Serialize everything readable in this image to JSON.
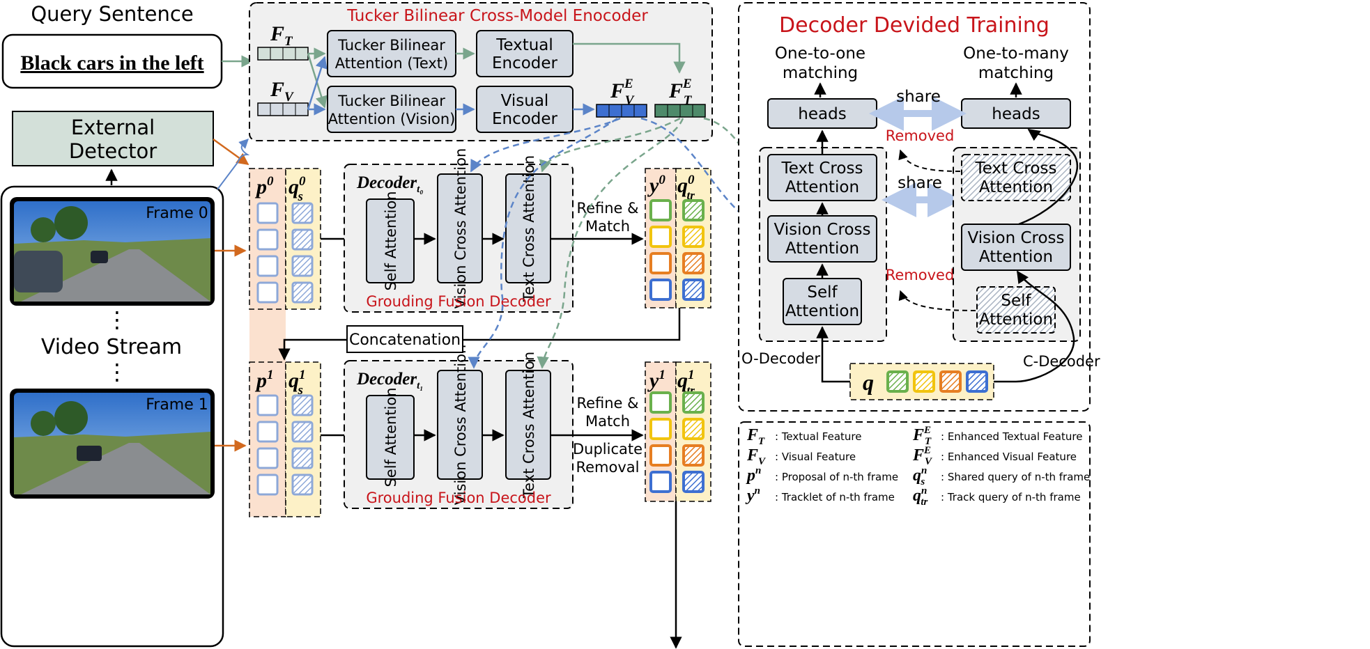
{
  "colors": {
    "red": "#c8141a",
    "node_fill": "#d5dbe3",
    "teal_fill": "#d3e0d9",
    "region_fill": "#f0f0f0",
    "orange_band": "#fbe1cf",
    "yellow_band": "#fdf1c7",
    "blue_dash": "#5b84c8",
    "green_dash": "#7aa58c",
    "orange_arrow": "#d2691e",
    "light_blue_arrow": "#b6c9ea",
    "query_colors": [
      "#6ab04c",
      "#f1c40f",
      "#e67e22",
      "#3d6fd1"
    ]
  },
  "query": {
    "title": "Query Sentence",
    "sentence": "Black cars in the left"
  },
  "detector": {
    "label_line1": "External",
    "label_line2": "Detector"
  },
  "video": {
    "frame0": "Frame 0",
    "frame1": "Frame 1",
    "label": "Video Stream",
    "dots": "⋮"
  },
  "encoder": {
    "title": "Tucker Bilinear Cross-Model Enocoder",
    "ft": "F",
    "ft_sub": "T",
    "fv": "F",
    "fv_sub": "V",
    "tba_text_1": "Tucker Bilinear",
    "tba_text_2": "Attention (Text)",
    "tba_vision_1": "Tucker Bilinear",
    "tba_vision_2": "Attention (Vision)",
    "textual_1": "Textual",
    "textual_2": "Encoder",
    "visual_1": "Visual",
    "visual_2": "Encoder",
    "fve": "F",
    "fve_sub": "V",
    "fve_sup": "E",
    "fte": "F",
    "fte_sub": "T",
    "fte_sup": "E"
  },
  "decoder0": {
    "name": "Decoder",
    "sub": "t₀",
    "self_attention": "Self Attention",
    "vision_cross": "Vision Cross Attention",
    "text_cross": "Text Cross Attention",
    "footer": "Grouding Fusion Decoder"
  },
  "decoder1": {
    "name": "Decoder",
    "sub": "t₁",
    "self_attention": "Self Attention",
    "vision_cross": "Vision Cross Attention",
    "text_cross": "Text Cross Attention",
    "footer": "Grouding Fusion Decoder"
  },
  "labels": {
    "p0": "p",
    "p0_sup": "0",
    "qs0": "q",
    "qs0_sub": "s",
    "qs0_sup": "0",
    "p1": "p",
    "p1_sup": "1",
    "qs1": "q",
    "qs1_sub": "s",
    "qs1_sup": "1",
    "y0": "y",
    "y0_sup": "0",
    "qtr0": "q",
    "qtr0_sub": "tr",
    "qtr0_sup": "0",
    "y1": "y",
    "y1_sup": "1",
    "qtr1": "q",
    "qtr1_sub": "tr",
    "qtr1_sup": "1",
    "refine_match_1": "Refine &",
    "refine_match_2": "Match",
    "refine2_1": "Refine &",
    "refine2_2": "Match",
    "duplicate_1": "Duplicate",
    "duplicate_2": "Removal",
    "concatenation": "Concatenation"
  },
  "training": {
    "title": "Decoder Devided Training",
    "o2o_1": "One-to-one",
    "o2o_2": "matching",
    "o2m_1": "One-to-many",
    "o2m_2": "matching",
    "heads_left": "heads",
    "heads_right": "heads",
    "share_top": "share",
    "share_mid": "share",
    "removed_top": "Removed",
    "removed_bottom": "Removed",
    "text_cross_left_1": "Text Cross",
    "text_cross_left_2": "Attention",
    "vision_cross_left_1": "Vision Cross",
    "vision_cross_left_2": "Attention",
    "self_left_1": "Self",
    "self_left_2": "Attention",
    "text_cross_right_1": "Text Cross",
    "text_cross_right_2": "Attention",
    "vision_cross_right_1": "Vision Cross",
    "vision_cross_right_2": "Attention",
    "self_right_1": "Self",
    "self_right_2": "Attention",
    "o_decoder": "O-Decoder",
    "c_decoder": "C-Decoder",
    "q": "q"
  },
  "legend": [
    {
      "sym": "F",
      "sub": "T",
      "sup": "",
      "text": ": Textual Feature"
    },
    {
      "sym": "F",
      "sub": "V",
      "sup": "",
      "text": ": Visual Feature"
    },
    {
      "sym": "p",
      "sub": "",
      "sup": "n",
      "text": ": Proposal of n-th frame"
    },
    {
      "sym": "y",
      "sub": "",
      "sup": "n",
      "text": ": Tracklet of n-th frame"
    },
    {
      "sym": "F",
      "sub": "T",
      "sup": "E",
      "text": ": Enhanced Textual Feature"
    },
    {
      "sym": "F",
      "sub": "V",
      "sup": "E",
      "text": ": Enhanced Visual Feature"
    },
    {
      "sym": "q",
      "sub": "s",
      "sup": "n",
      "text": ": Shared query of n-th frame"
    },
    {
      "sym": "q",
      "sub": "tr",
      "sup": "n",
      "text": ": Track query of n-th frame"
    }
  ]
}
